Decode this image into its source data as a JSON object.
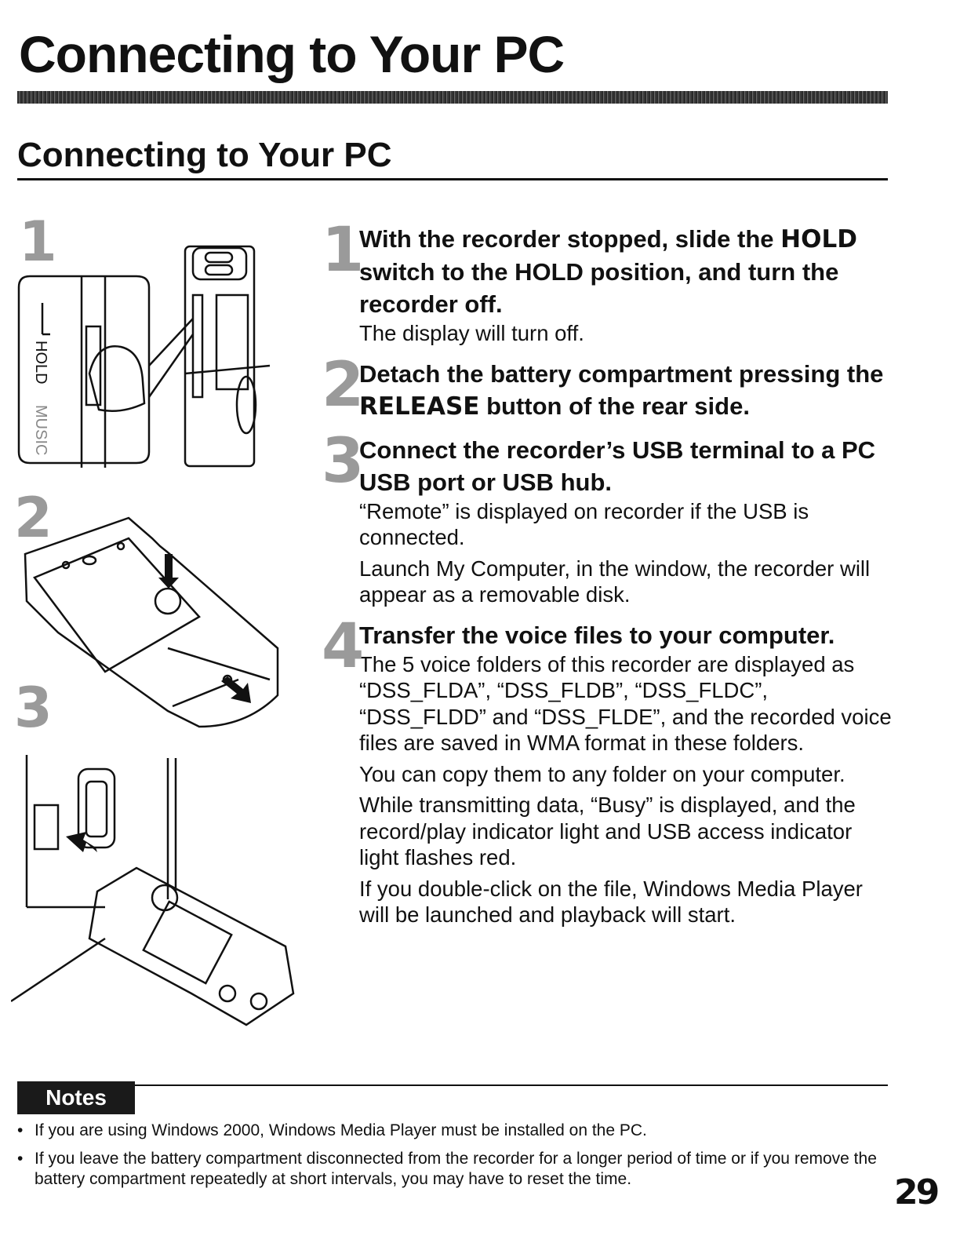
{
  "page": {
    "main_title": "Connecting to Your PC",
    "section_title": "Connecting to Your PC",
    "page_number": "29"
  },
  "illustration": {
    "labels": [
      "1",
      "2",
      "3"
    ],
    "hold_text": "HOLD",
    "music_text": "MUSIC"
  },
  "steps": [
    {
      "number": "1",
      "heading_pre": "With the recorder stopped, slide the ",
      "heading_bold": "HOLD",
      "heading_post": " switch to the HOLD position, and turn the recorder off.",
      "body": [
        "The display will turn off."
      ]
    },
    {
      "number": "2",
      "heading_pre": "Detach the battery compartment pressing the ",
      "heading_bold": "RELEASE",
      "heading_post": " button of the rear side.",
      "body": []
    },
    {
      "number": "3",
      "heading": "Connect the recorder’s USB terminal to a PC USB port or USB hub.",
      "body": [
        "“Remote” is displayed on recorder if the USB is connected.",
        "Launch My Computer, in the window, the recorder will appear as a removable disk."
      ]
    },
    {
      "number": "4",
      "heading": "Transfer the voice files to your computer.",
      "body": [
        "The 5 voice folders of this recorder are displayed as “DSS_FLDA”, “DSS_FLDB”, “DSS_FLDC”, “DSS_FLDD” and “DSS_FLDE”, and the recorded voice files are saved in WMA format in these folders.",
        "You can copy them to any folder on your computer.",
        "While transmitting data, “Busy” is displayed, and the record/play indicator light and USB access indicator light flashes red.",
        "If you double-click on the file, Windows Media Player will be launched and playback will start."
      ]
    }
  ],
  "notes": {
    "label": "Notes",
    "items": [
      "If you are using Windows 2000, Windows Media Player must be installed on the PC.",
      "If you leave the battery compartment disconnected from the recorder for a longer period of time or if you remove the battery compartment repeatedly at short intervals, you may have to reset the time."
    ]
  }
}
